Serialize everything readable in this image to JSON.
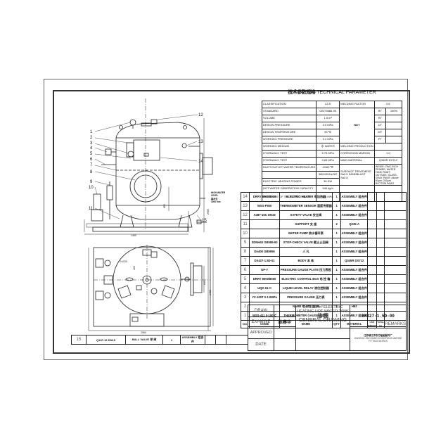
{
  "drawing": {
    "number": "DX427-1.5D-00",
    "title_cn": "总 图",
    "title_en": "CENERAL DRAWING",
    "product": "DRG1.5 m³ ELECTRIC HEATING HOT WATER TANK",
    "company": "JIANGSU JINGJIANG DONGFANG MARINE FITTING WORKS",
    "company_cn": "江苏靖江市东方船舶配件厂"
  },
  "title_block": {
    "draw_label": "DRAW",
    "examine_label": "EXAMINE",
    "examine_value": "陈春华",
    "approved_label": "APPROVED",
    "date_label": "DATE"
  },
  "technical_parameter": {
    "title_cn": "技术参数规格",
    "title_en": "TECHNICAL PARAMETER",
    "left_rows": [
      {
        "label": "CLASSIFICATION",
        "value": "CCS"
      },
      {
        "label": "STANDARD",
        "value": "CB/T3686-95"
      },
      {
        "label": "VOLUME",
        "value": "1.5 m³"
      },
      {
        "label": "DESIGN PRESSURE",
        "value": "0.5 MPa"
      },
      {
        "label": "DESIGN TEMPERATURE",
        "value": "95 ℃"
      },
      {
        "label": "WORKING PRESSURE",
        "value": "0.4 MPa"
      },
      {
        "label": "WORKING MEDIUM",
        "value": "水 WATER"
      },
      {
        "label": "HYDRAULIC TEST",
        "value": "0.75 MPa"
      },
      {
        "label": "HYDRAULIC TEST",
        "value": "0.65 MPa"
      },
      {
        "label": "INLET/OUTLET WATER TEMPERATURE",
        "value": "10/60 ℃"
      },
      {
        "label": "",
        "value": "380V/50Hz/3∅"
      },
      {
        "label": "ELECTRIC HEATING POWER",
        "value": "36 KW"
      },
      {
        "label": "HOT WATER GENERATION CAPACITY",
        "value": "540 kg/h"
      },
      {
        "label": "PRESSURE OF THE SAFETY VALVE",
        "value": "0.5 MPa"
      }
    ],
    "welding_factor_label": "WELDING FACTOR",
    "welding_factor_value": "0.6",
    "ndt_label": "NDT",
    "ndt_rows": [
      {
        "label": "RT",
        "value": "100%"
      },
      {
        "label": "RT",
        "value": ""
      },
      {
        "label": "UT",
        "value": ""
      },
      {
        "label": "MT",
        "value": ""
      },
      {
        "label": "PT",
        "value": ""
      }
    ],
    "welding_production_label": "WELDING PRODUCTION",
    "corrosion_margin_label": "CORROSION MARGIN",
    "corrosion_margin_value": "1.0",
    "main_material_label": "MAIN MATERIAL",
    "main_material_value": "Q345R DX712",
    "surface_treatment_label": "SURFACE TREATMENT",
    "surface_treatment_value": "Sa2.5 SANDBLAST Sa2.5",
    "paint_value": "INSIDE: ZINC-RICH PRIMER, WATER TANK PAINT; OUTSIDE: GLASS-GRAY PAINT; Above: 80μm; 200μm BOTTOM PAINT"
  },
  "bom": {
    "headers": {
      "no": "NO.",
      "code": "CODE",
      "name": "NAME",
      "qty": "QTY",
      "material": "MATERIAL",
      "unit_weight": "UNIT WEIGHT",
      "total_weight": "TOTAL kg",
      "remarks": "REMARKS"
    },
    "rows": [
      {
        "no": "14",
        "code": "DRRY 8000/8000",
        "name": "ELECTRIC HEATER 电加热器",
        "qty": "1",
        "material": "ASSEMBLY 组合件"
      },
      {
        "no": "13",
        "code": "WSS-F500",
        "name": "THERMOMETER SENSOR 温度传感器",
        "qty": "1",
        "material": "ASSEMBLY 组合件"
      },
      {
        "no": "12",
        "code": "A48Y-16C DN15",
        "name": "SAFETY VALVE 安全阀",
        "qty": "1",
        "material": "ASSEMBLY 组合件"
      },
      {
        "no": "11",
        "code": "",
        "name": "SUPPORT 支 座",
        "qty": "2",
        "material": "Q235-A"
      },
      {
        "no": "10",
        "code": "",
        "name": "WATER PUMP 热水循环泵",
        "qty": "1",
        "material": "ASSEMBLY 组合件"
      },
      {
        "no": "9",
        "code": "SDNH40 GB589-93",
        "name": "STOP-CHECK VALVE 截止止回阀",
        "qty": "1",
        "material": "ASSEMBLY 组合件"
      },
      {
        "no": "8",
        "code": "Dn400 GB8955",
        "name": "人 孔",
        "qty": "1",
        "material": "ASSEMBLY 组合件"
      },
      {
        "no": "7",
        "code": "DX427-1.5D-01",
        "name": "BODY 本 体",
        "qty": "1",
        "material": "Q345R DX712"
      },
      {
        "no": "6",
        "code": "GP-Y",
        "name": "PRESSURE GAUGE PLATE 压力表板",
        "qty": "1",
        "material": "ASSEMBLY 组合件"
      },
      {
        "no": "5",
        "code": "DRRY 8000/8000",
        "name": "ELECTRIC CONTROL BOX 电 控 箱",
        "qty": "1",
        "material": "ASSEMBLY 组合件"
      },
      {
        "no": "4",
        "code": "UQK-61-C",
        "name": "LIQUID LEVEL RELAY 液位控制器",
        "qty": "1",
        "material": "ASSEMBLY 组合件"
      },
      {
        "no": "3",
        "code": "YZ-100T 0-1.0MPa",
        "name": "PRESSURE GAUGE 压力表",
        "qty": "1",
        "material": "ASSEMBLY 组合件"
      },
      {
        "no": "2",
        "code": "",
        "name": "NAME PLATE 铭 牌",
        "qty": "1",
        "material": "H62"
      },
      {
        "no": "1",
        "code": "WSS-411 0-100℃",
        "name": "THERMOMETER GAUGE 温度计",
        "qty": "1",
        "material": "ASSEMBLY 组合件"
      }
    ],
    "row15": {
      "no": "15",
      "code": "Q11F-16 DN15",
      "name": "BALL VALVE 球 阀",
      "qty": "1",
      "material": "ASSEMBLY 组合件"
    }
  },
  "callouts": [
    "1",
    "2",
    "3",
    "4",
    "5",
    "6",
    "7",
    "8",
    "9",
    "10",
    "11",
    "12",
    "13",
    "14",
    "15"
  ],
  "dimensions": {
    "height_total": "2985",
    "base_width": "1460",
    "plan_width": "2064",
    "plan_depth": "1420",
    "tank_axis": "850",
    "flange_offset": "645",
    "plan_pipe": "420",
    "plan_side": "400",
    "pipe_label": "2×∅20",
    "water_level_note": "HIGH WATER LEVEL / 高水位 1000 mm"
  }
}
